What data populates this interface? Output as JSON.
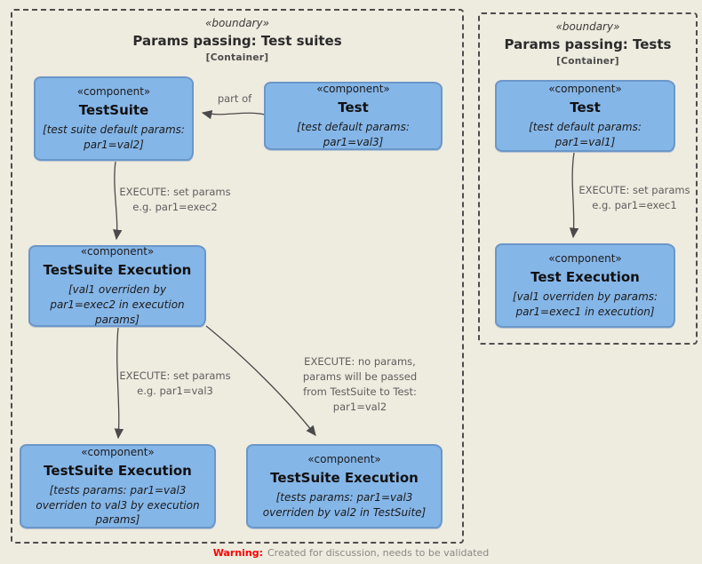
{
  "colors": {
    "background": "#EEEBDF",
    "component_fill": "#85B6E8",
    "component_border": "#6B97C9",
    "boundary_border": "#4D4D4D",
    "arrow": "#4A4A4A",
    "edge_label": "#5E5E5E",
    "warning_red": "#FF0000",
    "warning_gray": "#8A8A85"
  },
  "boundaries": [
    {
      "stereotype": "«boundary»",
      "title": "Params passing: Test suites",
      "subtitle": "[Container]"
    },
    {
      "stereotype": "«boundary»",
      "title": "Params passing: Tests",
      "subtitle": "[Container]"
    }
  ],
  "components": [
    {
      "stereotype": "«component»",
      "name": "TestSuite",
      "desc": "[test suite default params: par1=val2]"
    },
    {
      "stereotype": "«component»",
      "name": "Test",
      "desc": "[test default params: par1=val3]"
    },
    {
      "stereotype": "«component»",
      "name": "TestSuite Execution",
      "desc": "[val1 overriden by par1=exec2 in execution params]"
    },
    {
      "stereotype": "«component»",
      "name": "TestSuite Execution",
      "desc": "[tests params: par1=val3 overriden to val3 by execution params]"
    },
    {
      "stereotype": "«component»",
      "name": "TestSuite Execution",
      "desc": "[tests params: par1=val3 overriden by val2 in TestSuite]"
    },
    {
      "stereotype": "«component»",
      "name": "Test",
      "desc": "[test default params: par1=val1]"
    },
    {
      "stereotype": "«component»",
      "name": "Test Execution",
      "desc": "[val1 overriden by params: par1=exec1 in execution]"
    }
  ],
  "edges": [
    {
      "label": "part of"
    },
    {
      "label": "EXECUTE: set params\ne.g. par1=exec2"
    },
    {
      "label": "EXECUTE: set params\ne.g. par1=val3"
    },
    {
      "label": "EXECUTE: no params,\nparams will be passed\nfrom TestSuite to Test:\npar1=val2"
    },
    {
      "label": "EXECUTE: set params\ne.g. par1=exec1"
    }
  ],
  "warning": {
    "label": "Warning:",
    "text": "Created for discussion, needs to be validated"
  }
}
